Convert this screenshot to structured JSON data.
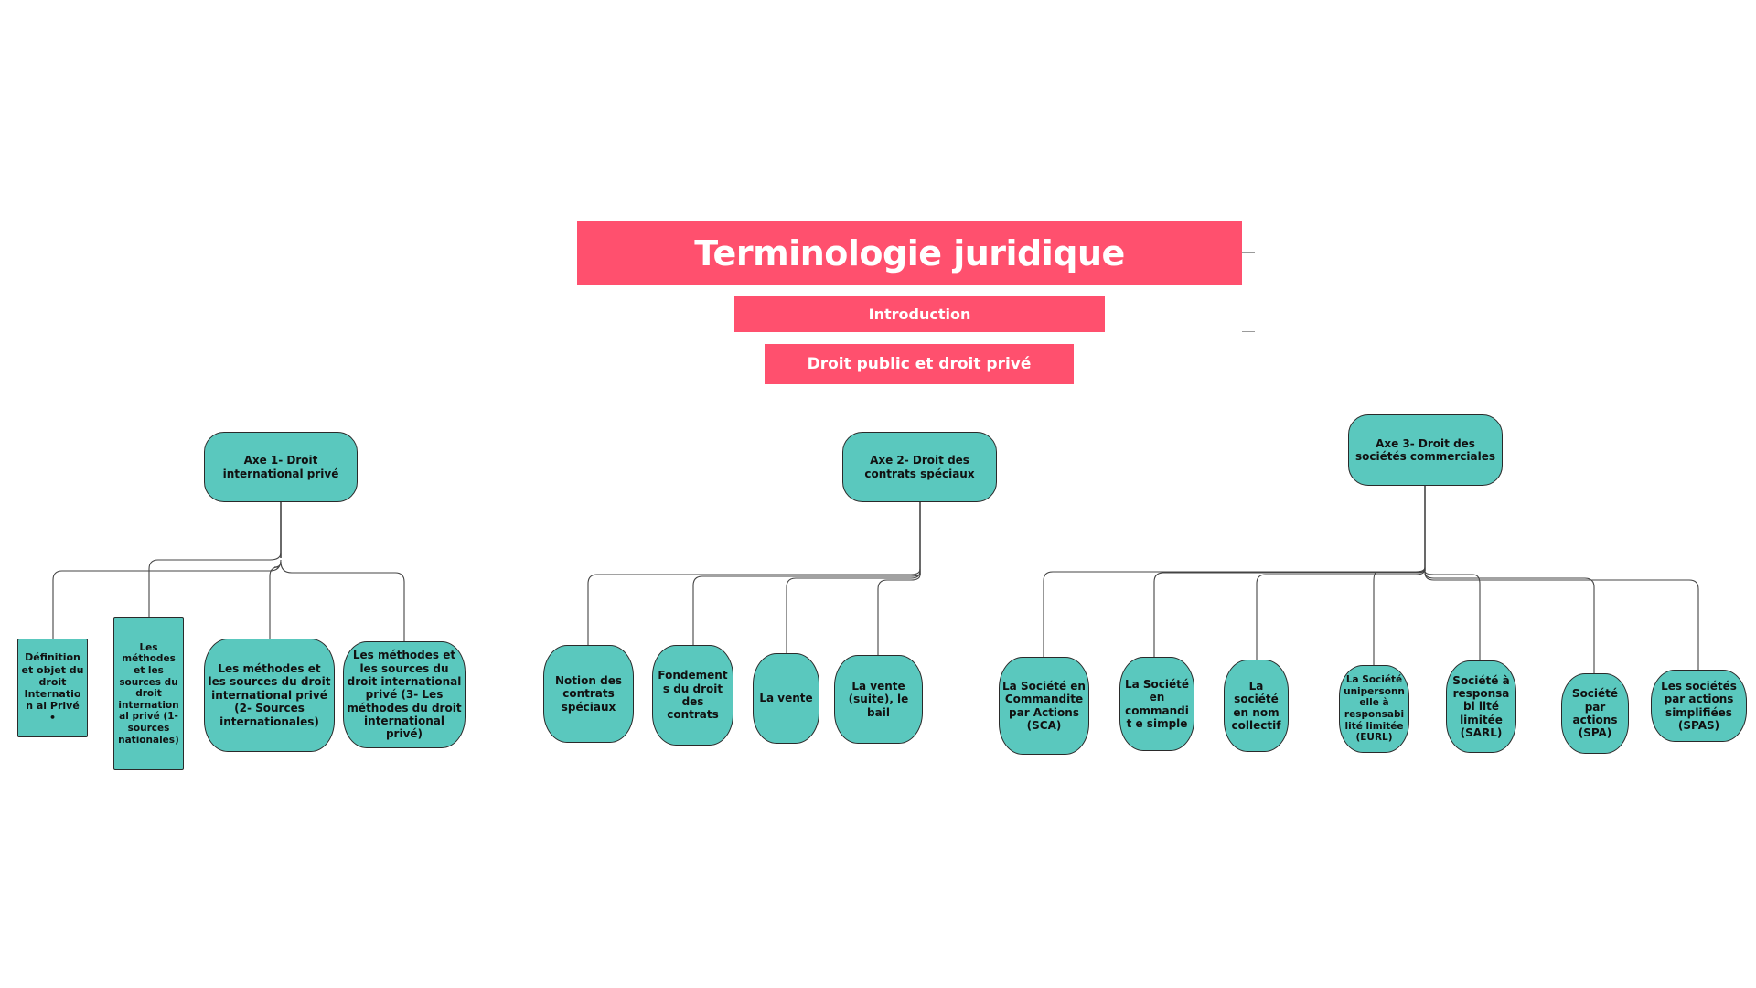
{
  "title": "Terminologie juridique",
  "introduction": "Introduction",
  "droit_public_prive": "Droit public et droit privé",
  "axes": [
    {
      "label": "Axe 1- Droit international privé",
      "children": [
        "Définition et objet du droit Internation al Privé •",
        "Les méthodes et les sources du droit internation al privé (1- sources nationales)",
        "Les méthodes et les sources du droit international privé (2- Sources internationales)",
        "Les méthodes et les sources du droit international privé (3- Les méthodes du droit international privé)"
      ]
    },
    {
      "label": "Axe 2- Droit des contrats spéciaux",
      "children": [
        "Notion des contrats spéciaux",
        "Fondements du droit des contrats",
        "La vente",
        "La vente (suite), le bail"
      ]
    },
    {
      "label": "Axe 3- Droit des sociétés commerciales",
      "children": [
        "La Société en Commandite par Actions (SCA)",
        "La Société en commandit e simple",
        "La société en nom collectif",
        "La Société unipersonn elle à responsabi lité limitée (EURL)",
        "Société à responsabi lité limitée (SARL)",
        "Société par actions (SPA)",
        "Les sociétés par actions simplifiées (SPAS)"
      ]
    }
  ],
  "colors": {
    "banner": "#ff506e",
    "node": "#5ac8be",
    "connector": "#444444"
  }
}
